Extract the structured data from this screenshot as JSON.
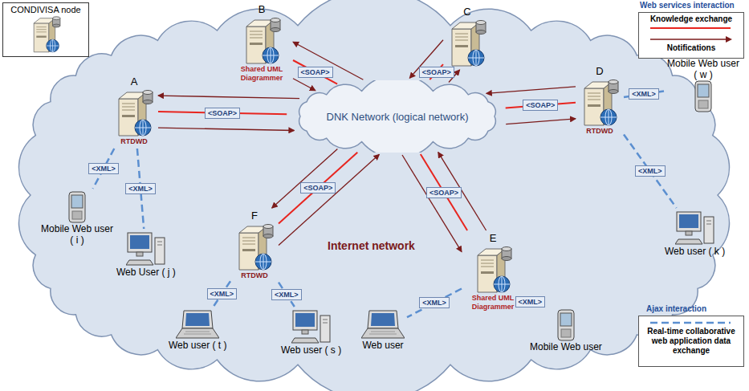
{
  "diagram": {
    "nodes": [
      {
        "text": [
          "CONDIVISA node"
        ]
      },
      {
        "text": [
          "Internet network"
        ]
      },
      {
        "text": [
          "DNK Network (logical network)"
        ],
        "in": 1
      },
      {
        "text": [
          "A",
          "RTDWD"
        ],
        "in": 1
      },
      {
        "text": [
          "B",
          "Shared UML Diagrammer"
        ],
        "in": 1
      },
      {
        "text": [
          "C"
        ],
        "in": 1
      },
      {
        "text": [
          "D",
          "RTDWD"
        ],
        "in": 1
      },
      {
        "text": [
          "E",
          "Shared UML Diagrammer"
        ],
        "in": 1
      },
      {
        "text": [
          "F",
          "RTDWD"
        ],
        "in": 1
      },
      {
        "text": [
          "Mobile Web user ( i )"
        ],
        "in": 1
      },
      {
        "text": [
          "Web User ( j )"
        ],
        "in": 1
      },
      {
        "text": [
          "Web user ( t )"
        ],
        "in": 1
      },
      {
        "text": [
          "Web user ( s )"
        ],
        "in": 1
      },
      {
        "text": [
          "Web user"
        ],
        "in": 1
      },
      {
        "text": [
          "Mobile Web user"
        ],
        "in": 1
      },
      {
        "text": [
          "Mobile Web user ( w )"
        ],
        "in": 1
      },
      {
        "text": [
          "Web user ( k )"
        ],
        "in": 1
      }
    ],
    "edges": [
      {
        "from": 3,
        "to": 2,
        "arrow": "none",
        "label": "<SOAP>"
      },
      {
        "from": 3,
        "to": 2,
        "arrow": "to"
      },
      {
        "from": 2,
        "to": 3,
        "arrow": "to"
      },
      {
        "from": 4,
        "to": 2,
        "arrow": "none",
        "label": "<SOAP>"
      },
      {
        "from": 4,
        "to": 2,
        "arrow": "to"
      },
      {
        "from": 2,
        "to": 4,
        "arrow": "to"
      },
      {
        "from": 5,
        "to": 2,
        "arrow": "none",
        "label": "<SOAP>"
      },
      {
        "from": 5,
        "to": 2,
        "arrow": "to"
      },
      {
        "from": 2,
        "to": 5,
        "arrow": "to"
      },
      {
        "from": 6,
        "to": 2,
        "arrow": "none",
        "label": "<SOAP>"
      },
      {
        "from": 6,
        "to": 2,
        "arrow": "to"
      },
      {
        "from": 2,
        "to": 6,
        "arrow": "to"
      },
      {
        "from": 7,
        "to": 2,
        "arrow": "none",
        "label": "<SOAP>"
      },
      {
        "from": 7,
        "to": 2,
        "arrow": "to"
      },
      {
        "from": 2,
        "to": 7,
        "arrow": "to"
      },
      {
        "from": 8,
        "to": 2,
        "arrow": "none",
        "label": "<SOAP>"
      },
      {
        "from": 8,
        "to": 2,
        "arrow": "to"
      },
      {
        "from": 2,
        "to": 8,
        "arrow": "to"
      },
      {
        "from": 3,
        "to": 9,
        "arrow": "none",
        "label": "<XML>"
      },
      {
        "from": 3,
        "to": 10,
        "arrow": "none",
        "label": "<XML>"
      },
      {
        "from": 8,
        "to": 11,
        "arrow": "none",
        "label": "<XML>"
      },
      {
        "from": 8,
        "to": 12,
        "arrow": "none",
        "label": "<XML>"
      },
      {
        "from": 7,
        "to": 13,
        "arrow": "none",
        "label": "<XML>"
      },
      {
        "from": 7,
        "to": 14,
        "arrow": "none",
        "label": "<XML>"
      },
      {
        "from": 6,
        "to": 15,
        "arrow": "none",
        "label": "<XML>"
      },
      {
        "from": 6,
        "to": 16,
        "arrow": "none",
        "label": "<XML>"
      }
    ],
    "labels": [
      "Web services interaction",
      "Ajax interaction"
    ],
    "legend": [
      {
        "text": "Knowledge exchange"
      },
      {
        "text": "Notifications"
      },
      {
        "text": "Real-time collaborative web application data exchange"
      }
    ]
  }
}
